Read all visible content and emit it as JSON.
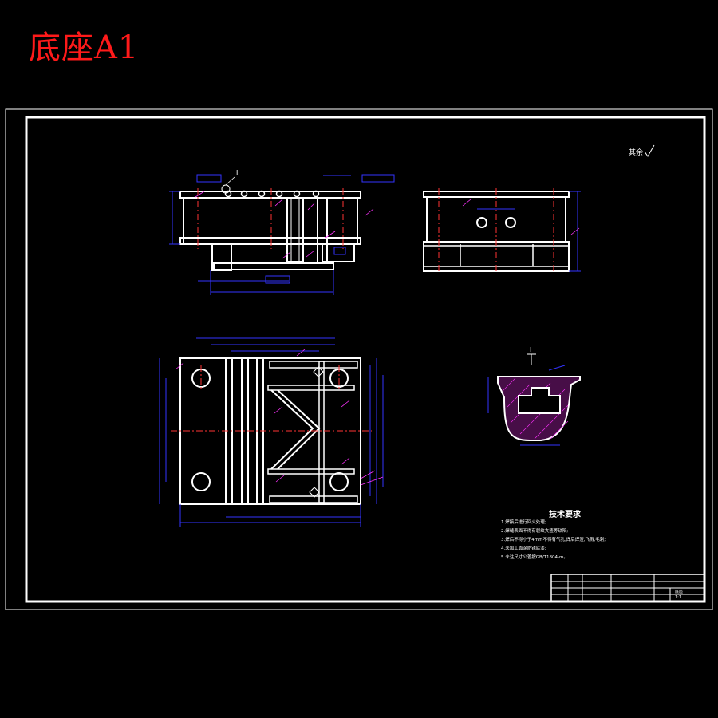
{
  "sheet_title": "底座A1",
  "surface_note": "其余",
  "tech_requirements": {
    "title": "技术要求",
    "items": [
      "1.焊接后进行回火处理;",
      "2.焊缝表面不得有裂纹夹渣等缺陷;",
      "3.焊后不得小于4mm不得有气孔,焊后焊渣,飞溅,毛刺;",
      "4.未加工面涂防锈底漆;",
      "5.未注尺寸公差按GB/T1804-m。"
    ]
  },
  "title_block": {
    "part_name": "底座",
    "scale": "1:1"
  },
  "detail_label": "I",
  "colors": {
    "title_red": "#ff1a1a",
    "outline": "#ffffff",
    "dimension": "#3333ff",
    "centerline": "#ff3333",
    "annotation": "#ff33ff",
    "section_hatch": "#ff33ff",
    "background": "#000000"
  }
}
